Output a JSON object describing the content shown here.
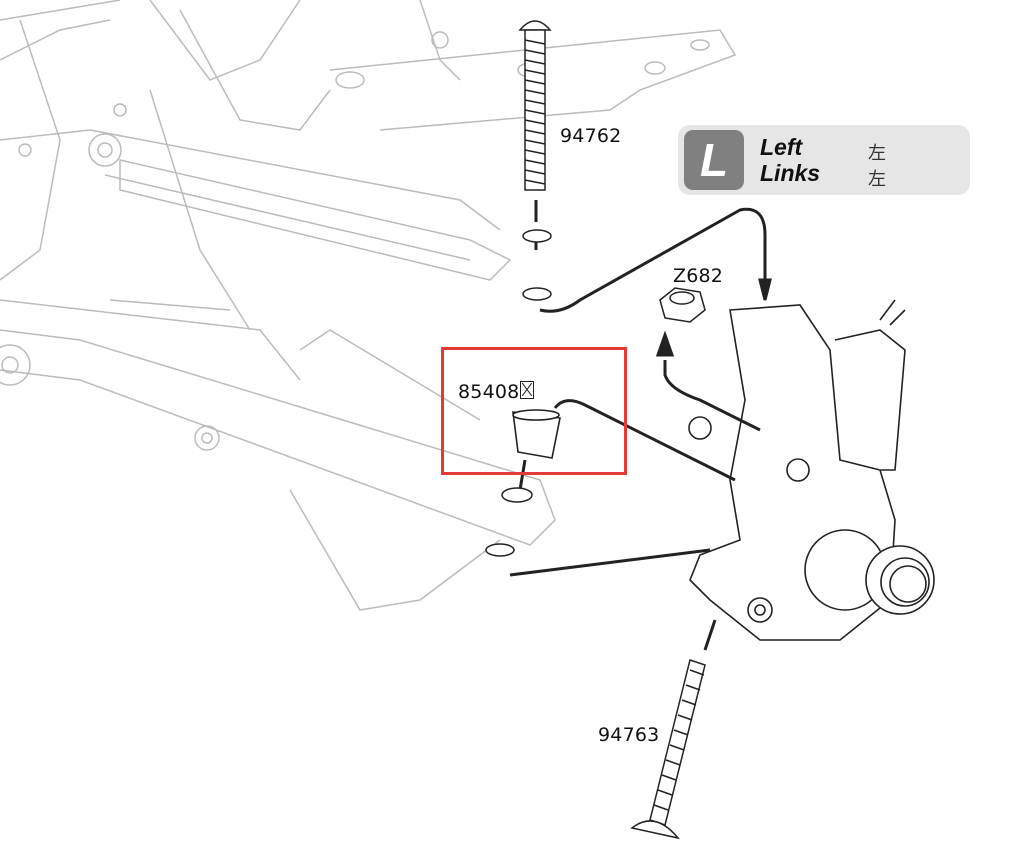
{
  "side_badge": {
    "letter": "L",
    "label_en": "Left",
    "label_de": "Links",
    "label_cjk_1": "左",
    "label_cjk_2": "左"
  },
  "parts": {
    "upper_screw": "94762",
    "lower_screw": "94763",
    "nut": "Z682",
    "bushing": "85408"
  },
  "colors": {
    "highlight": "#e53935",
    "badge_bg": "#e6e6e6",
    "badge_letter_bg": "#808080"
  }
}
